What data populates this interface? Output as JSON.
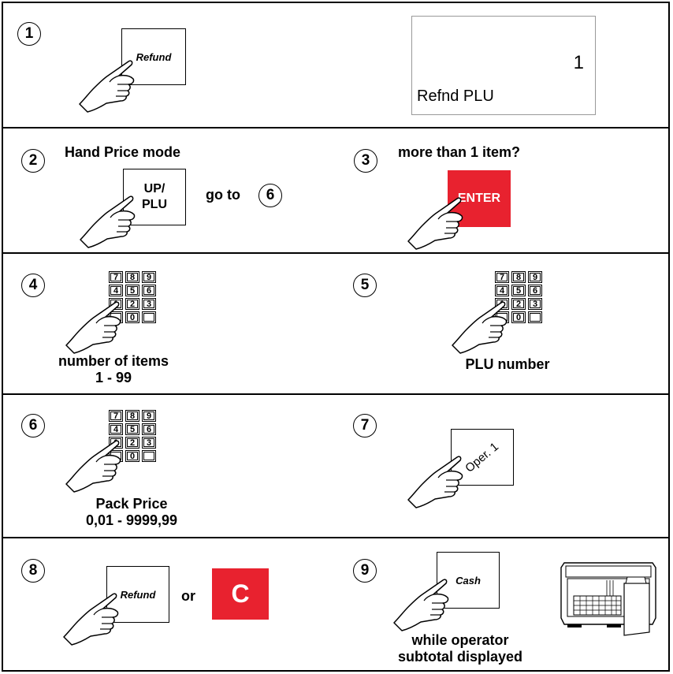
{
  "steps": {
    "s1": {
      "num": "1",
      "key": "Refund",
      "display_value": "1",
      "display_text": "Refnd PLU"
    },
    "s2": {
      "num": "2",
      "title": "Hand Price mode",
      "key_line1": "UP/",
      "key_line2": "PLU",
      "goto_text": "go to",
      "goto_num": "6"
    },
    "s3": {
      "num": "3",
      "title": "more than 1 item?",
      "key": "ENTER"
    },
    "s4": {
      "num": "4",
      "caption_line1": "number of items",
      "caption_line2": "1 - 99"
    },
    "s5": {
      "num": "5",
      "caption_line1": "PLU number"
    },
    "s6": {
      "num": "6",
      "caption_line1": "Pack Price",
      "caption_line2": "0,01 - 9999,99"
    },
    "s7": {
      "num": "7",
      "key": "Oper. 1"
    },
    "s8": {
      "num": "8",
      "key": "Refund",
      "or_text": "or",
      "clear_key": "C"
    },
    "s9": {
      "num": "9",
      "key": "Cash",
      "caption_line1": "while operator",
      "caption_line2": "subtotal displayed"
    }
  },
  "keypad_keys": [
    "7",
    "8",
    "9",
    "4",
    "5",
    "6",
    "1",
    "2",
    "3",
    "",
    "0",
    ""
  ],
  "colors": {
    "red_key": "#e8222f",
    "border": "#000000",
    "display_border": "#999999"
  },
  "icons": {
    "hand": "pointing-hand-icon",
    "scale": "scale-printer-icon"
  }
}
